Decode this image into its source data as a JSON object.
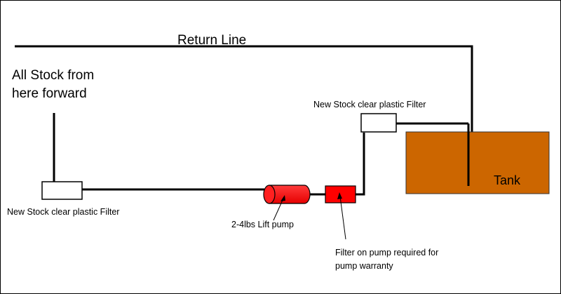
{
  "diagram": {
    "labels": {
      "return_line": "Return Line",
      "all_stock_line1": "All Stock from",
      "all_stock_line2": "here forward",
      "top_filter": "New Stock clear plastic Filter",
      "left_filter": "New Stock clear plastic Filter",
      "tank": "Tank",
      "lift_pump": "2-4lbs Lift pump",
      "pump_filter_line1": "Filter on pump required for",
      "pump_filter_line2": "pump warranty"
    },
    "colors": {
      "tank": "#cc6600",
      "pump": "#ff0000",
      "line": "#000000",
      "filter_fill": "#ffffff"
    }
  }
}
